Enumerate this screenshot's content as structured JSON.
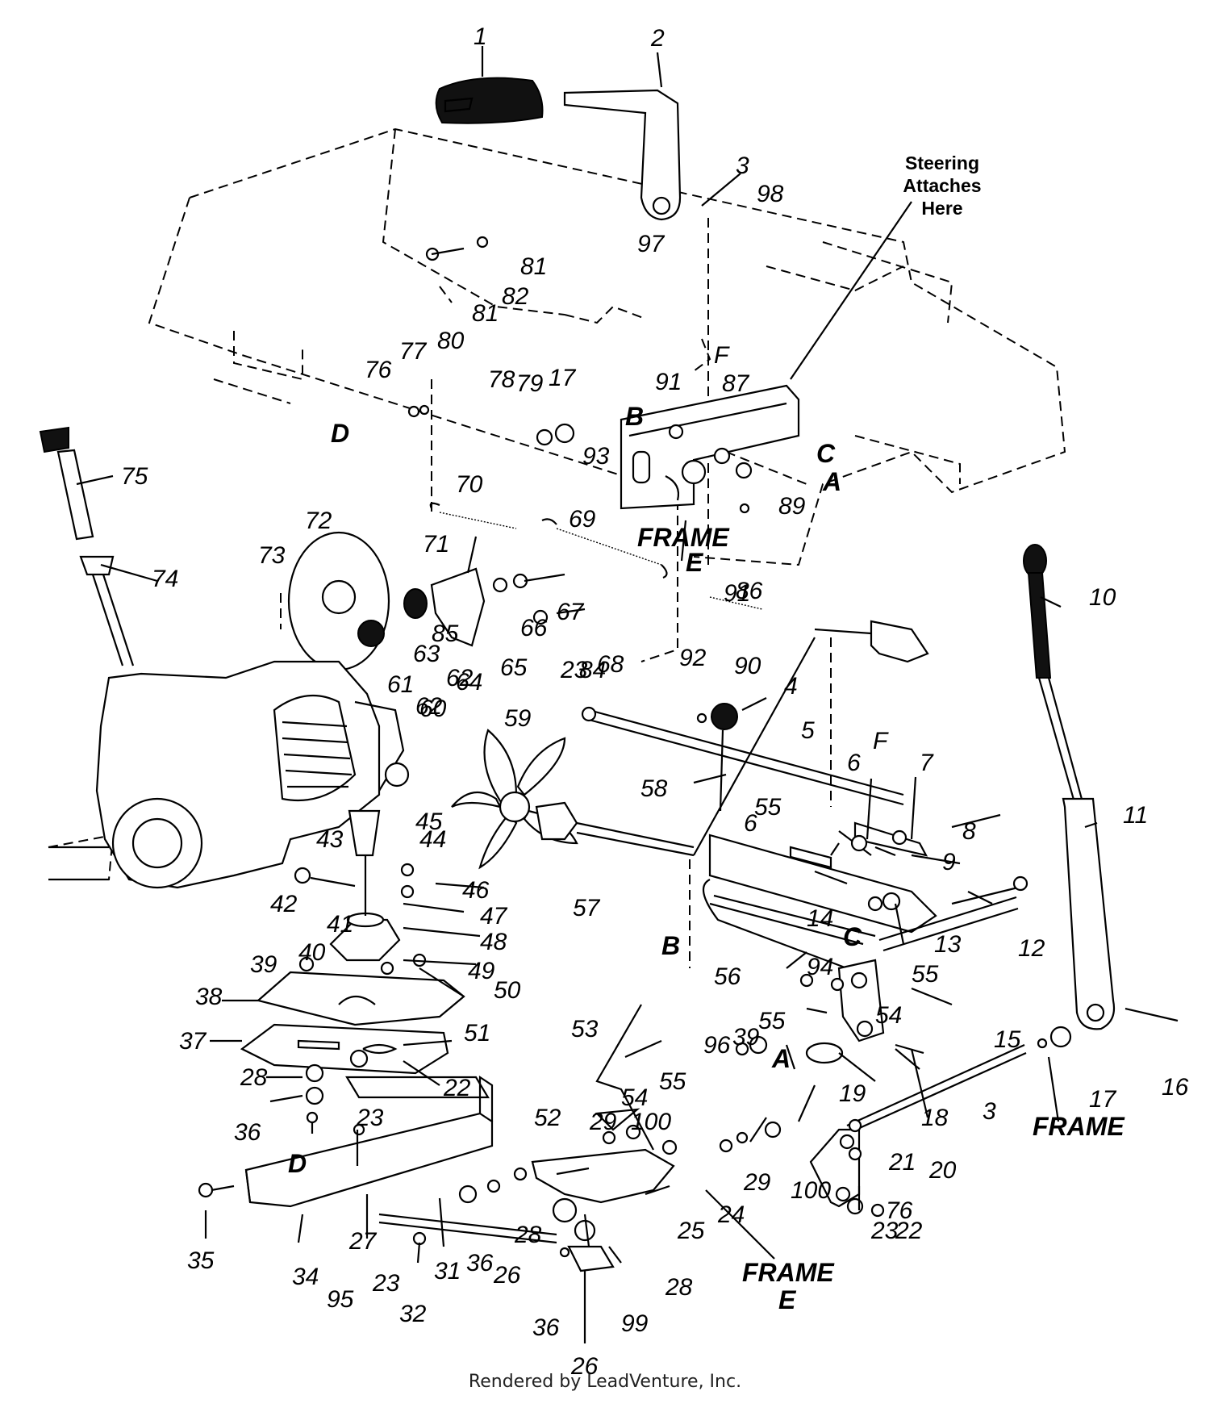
{
  "callouts": {
    "steering_note": [
      "Steering",
      "Attaches",
      "Here"
    ],
    "frame": "FRAME",
    "frame_e": [
      "FRAME",
      "E"
    ],
    "letters": {
      "A": "A",
      "B": "B",
      "C": "C",
      "D": "D",
      "E": "E",
      "F": "F"
    }
  },
  "part_numbers": [
    "1",
    "2",
    "3",
    "4",
    "5",
    "6",
    "7",
    "8",
    "9",
    "10",
    "11",
    "12",
    "13",
    "14",
    "15",
    "16",
    "17",
    "18",
    "19",
    "20",
    "21",
    "22",
    "23",
    "24",
    "25",
    "26",
    "27",
    "28",
    "29",
    "31",
    "32",
    "34",
    "35",
    "36",
    "37",
    "38",
    "39",
    "40",
    "41",
    "42",
    "43",
    "44",
    "45",
    "46",
    "47",
    "48",
    "49",
    "50",
    "51",
    "52",
    "53",
    "54",
    "55",
    "56",
    "57",
    "58",
    "59",
    "60",
    "61",
    "62",
    "63",
    "64",
    "65",
    "66",
    "67",
    "68",
    "69",
    "70",
    "71",
    "72",
    "73",
    "74",
    "75",
    "76",
    "77",
    "78",
    "79",
    "80",
    "81",
    "82",
    "84",
    "85",
    "86",
    "87",
    "89",
    "90",
    "91",
    "92",
    "93",
    "94",
    "95",
    "96",
    "97",
    "98",
    "99",
    "100"
  ],
  "footer": "Rendered by LeadVenture, Inc."
}
